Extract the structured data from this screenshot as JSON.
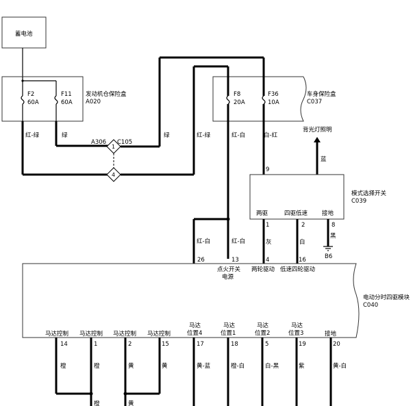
{
  "battery": {
    "label": "蓄电池"
  },
  "engine_fuse_box": {
    "name": "发动机仓保险盒",
    "code": "A020",
    "fuses": [
      {
        "id": "F2",
        "rating": "60A"
      },
      {
        "id": "F11",
        "rating": "60A"
      }
    ]
  },
  "body_fuse_box": {
    "name": "车身保险盒",
    "code": "C037",
    "fuses": [
      {
        "id": "F8",
        "rating": "20A"
      },
      {
        "id": "F36",
        "rating": "10A"
      }
    ]
  },
  "connector": {
    "left": "A306",
    "right": "C105",
    "pin_top": "1",
    "pin_bottom": "4"
  },
  "wire_colors": {
    "red_green": "红-绿",
    "green": "绿",
    "red_white": "红-白",
    "white_red": "白-红",
    "blue": "蓝",
    "gray": "灰",
    "white": "白",
    "black": "黑",
    "orange": "橙",
    "yellow": "黄",
    "yellow_blue": "黄-蓝",
    "orange_white": "橙-白",
    "white_black": "白-黑",
    "purple": "紫",
    "yellow_white": "黄-白"
  },
  "backlight": {
    "label": "背光灯照明"
  },
  "mode_switch": {
    "name": "模式选择开关",
    "code": "C039",
    "top_pin": "9",
    "terminals": [
      {
        "label": "两驱",
        "pin": "1"
      },
      {
        "label": "四驱低速",
        "pin": "2"
      },
      {
        "label": "接地",
        "pin": "8"
      }
    ]
  },
  "ground": {
    "code": "B6"
  },
  "module": {
    "name": "电动分时四驱模块",
    "code": "C040",
    "top_pins": [
      {
        "pin": "26",
        "label": ""
      },
      {
        "pin": "13",
        "label": "点火开关"
      },
      {
        "pin": "4",
        "label": "两轮驱动"
      },
      {
        "pin": "16",
        "label": "低速四轮驱动"
      }
    ],
    "top_sub_label": "电源",
    "bottom_pins": [
      {
        "label": "马达控制",
        "pin": "14"
      },
      {
        "label": "马达控制",
        "pin": "1"
      },
      {
        "label": "马达控制",
        "pin": "2"
      },
      {
        "label": "马达控制",
        "pin": "15"
      },
      {
        "label": "马达",
        "label2": "位置4",
        "pin": "17"
      },
      {
        "label": "马达",
        "label2": "位置1",
        "pin": "18"
      },
      {
        "label": "马达",
        "label2": "位置2",
        "pin": "5"
      },
      {
        "label": "马达",
        "label2": "位置3",
        "pin": "19"
      },
      {
        "label": "接地",
        "pin": "20"
      }
    ]
  },
  "bottom_partial_labels": [
    "橙",
    "黄"
  ]
}
